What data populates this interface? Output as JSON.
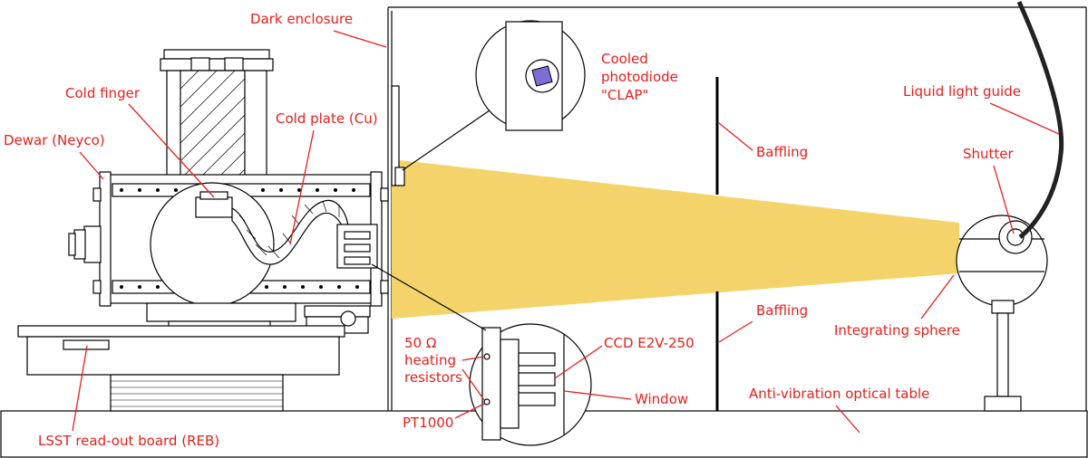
{
  "labels": {
    "dark_enclosure": "Dark enclosure",
    "cold_finger": "Cold finger",
    "cold_plate": "Cold plate (Cu)",
    "dewar": "Dewar (Neyco)",
    "cooled_photodiode_1": "Cooled",
    "cooled_photodiode_2": "photodiode",
    "cooled_photodiode_3": "\"CLAP\"",
    "liquid_light_guide": "Liquid light guide",
    "baffling_top": "Baffling",
    "baffling_bottom": "Baffling",
    "shutter": "Shutter",
    "integrating_sphere": "Integrating sphere",
    "heating_resistors_1": "50 Ω",
    "heating_resistors_2": "heating",
    "heating_resistors_3": "resistors",
    "ccd": "CCD E2V-250",
    "window": "Window",
    "anti_vibration_table": "Anti-vibration optical table",
    "pt1000": "PT1000",
    "reb": "LSST read-out board (REB)"
  },
  "colors": {
    "label": "#e8201c",
    "beam": "#f4d46a",
    "photodiode": "#7b6fd6",
    "line": "#000000"
  }
}
